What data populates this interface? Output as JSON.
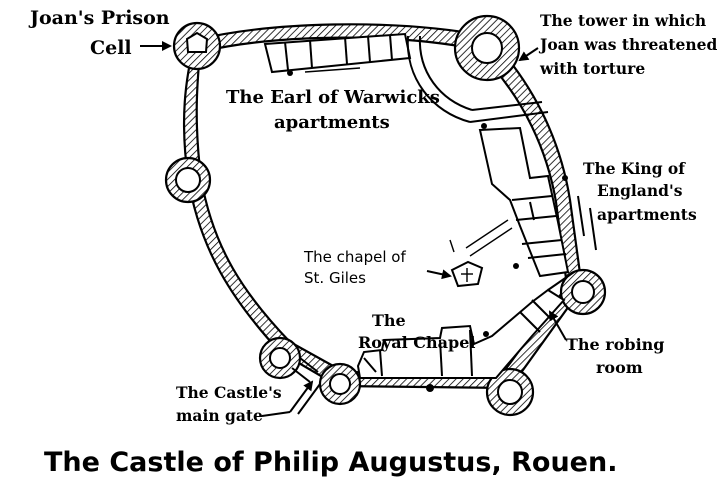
{
  "labels": {
    "prison_cell_1": "Joan's Prison",
    "prison_cell_2": "Cell",
    "torture_tower_1": "The tower in which",
    "torture_tower_2": "Joan was threatened",
    "torture_tower_3": "with torture",
    "warwick_1": "The Earl of Warwicks",
    "warwick_2": "apartments",
    "king_1": "The King of",
    "king_2": "England's",
    "king_3": "apartments",
    "st_giles_1": "The chapel of",
    "st_giles_2": "St. Giles",
    "royal_chapel_1": "The",
    "royal_chapel_2": "Royal Chapel",
    "robing_1": "The robing",
    "robing_2": "room",
    "main_gate_1": "The Castle's",
    "main_gate_2": "main gate"
  },
  "caption": "The Castle of Philip Augustus, Rouen."
}
